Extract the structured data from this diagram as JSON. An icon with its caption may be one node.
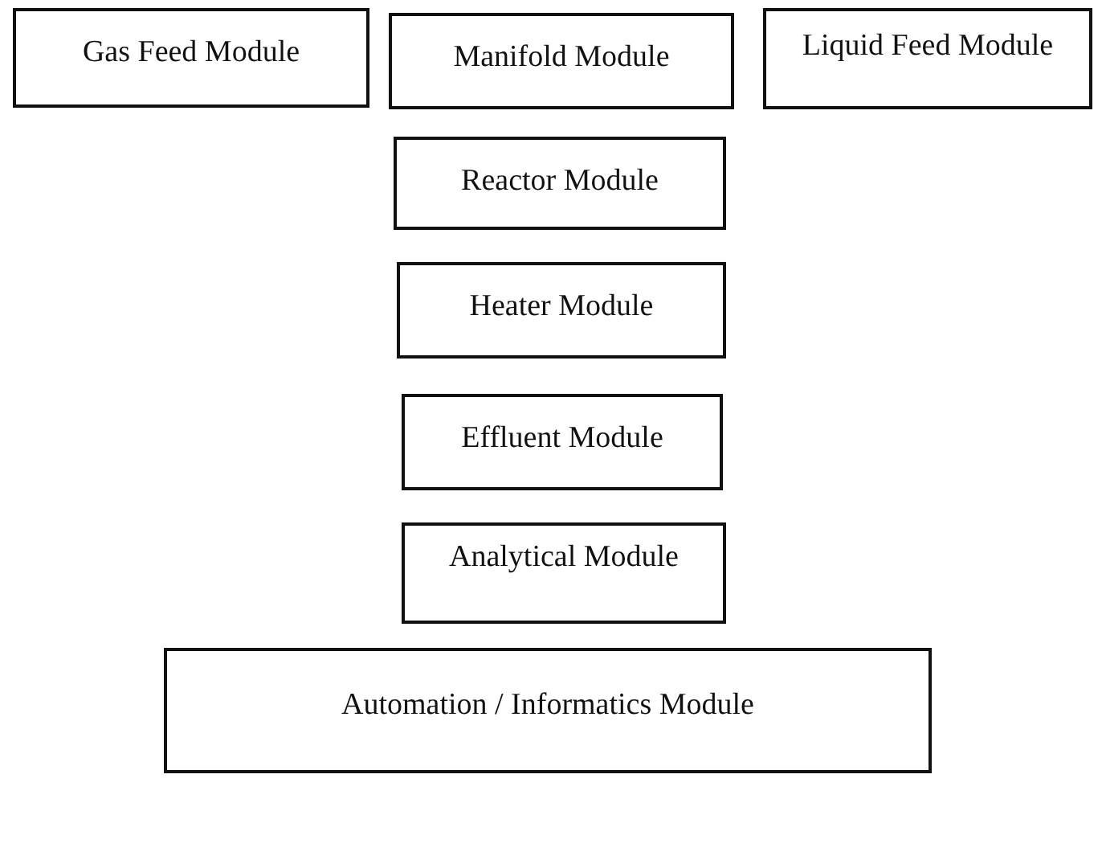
{
  "diagram": {
    "nodes": [
      {
        "text": [
          "Gas Feed Module"
        ]
      },
      {
        "text": [
          "Manifold Module"
        ]
      },
      {
        "text": [
          "Liquid Feed Module"
        ]
      },
      {
        "text": [
          "Reactor Module"
        ]
      },
      {
        "text": [
          "Heater Module"
        ]
      },
      {
        "text": [
          "Effluent Module"
        ]
      },
      {
        "text": [
          "Analytical Module"
        ]
      },
      {
        "text": [
          "Automation / Informatics Module"
        ]
      }
    ]
  }
}
